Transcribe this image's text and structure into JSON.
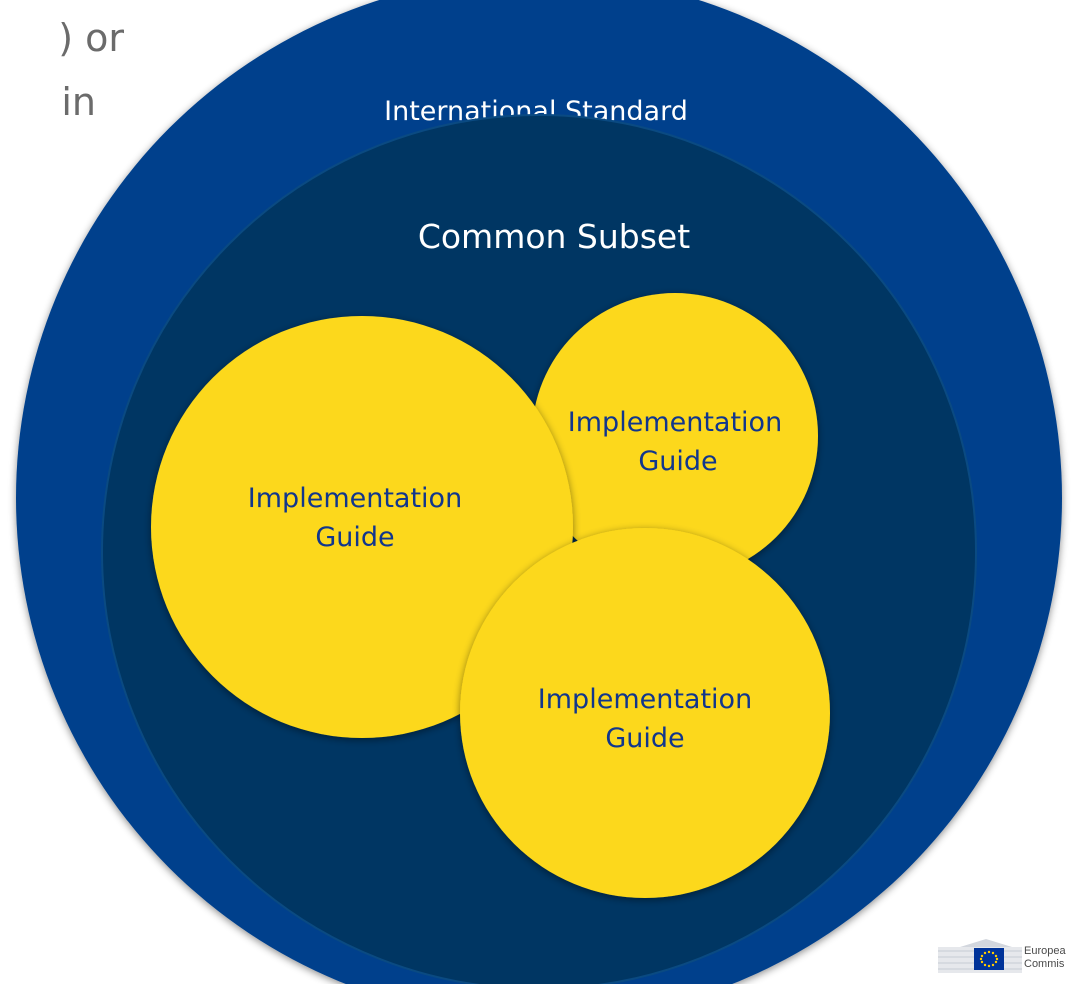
{
  "bleed_text": {
    "line1": ") or",
    "line2": "in"
  },
  "diagram": {
    "outer_label": "International Standard",
    "inner_label": "Common Subset",
    "guides": [
      {
        "line1": "Implementation",
        "line2": "Guide"
      },
      {
        "line1": "Implementation",
        "line2": "Guide"
      },
      {
        "line1": "Implementation",
        "line2": "Guide"
      }
    ]
  },
  "logo": {
    "line1": "Europea",
    "line2": "Commis"
  },
  "colors": {
    "outer": "#00418c",
    "inner": "#003663",
    "guide": "#fcd81c",
    "light_text": "#ffffff",
    "guide_text": "#11368d"
  }
}
